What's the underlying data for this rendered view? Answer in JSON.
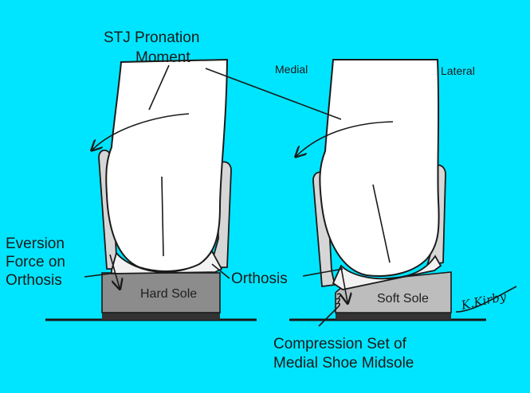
{
  "labels": {
    "pronation_line1": "STJ Pronation",
    "pronation_line2": "Moment",
    "medial": "Medial",
    "lateral": "Lateral",
    "eversion_line1": "Eversion",
    "eversion_line2": "Force on",
    "eversion_line3": "Orthosis",
    "orthosis": "Orthosis",
    "hard_sole": "Hard Sole",
    "soft_sole": "Soft Sole",
    "compression_line1": "Compression Set of",
    "compression_line2": "Medial Shoe Midsole",
    "signature": "K.Kirby"
  },
  "colors": {
    "background": "#00e5ff",
    "hard_sole": "#8c8c8c",
    "soft_sole": "#bdbdbd",
    "outsole": "#333333",
    "heel_cup": "#d6d6d6",
    "ground_line": "#1a1a1a"
  }
}
